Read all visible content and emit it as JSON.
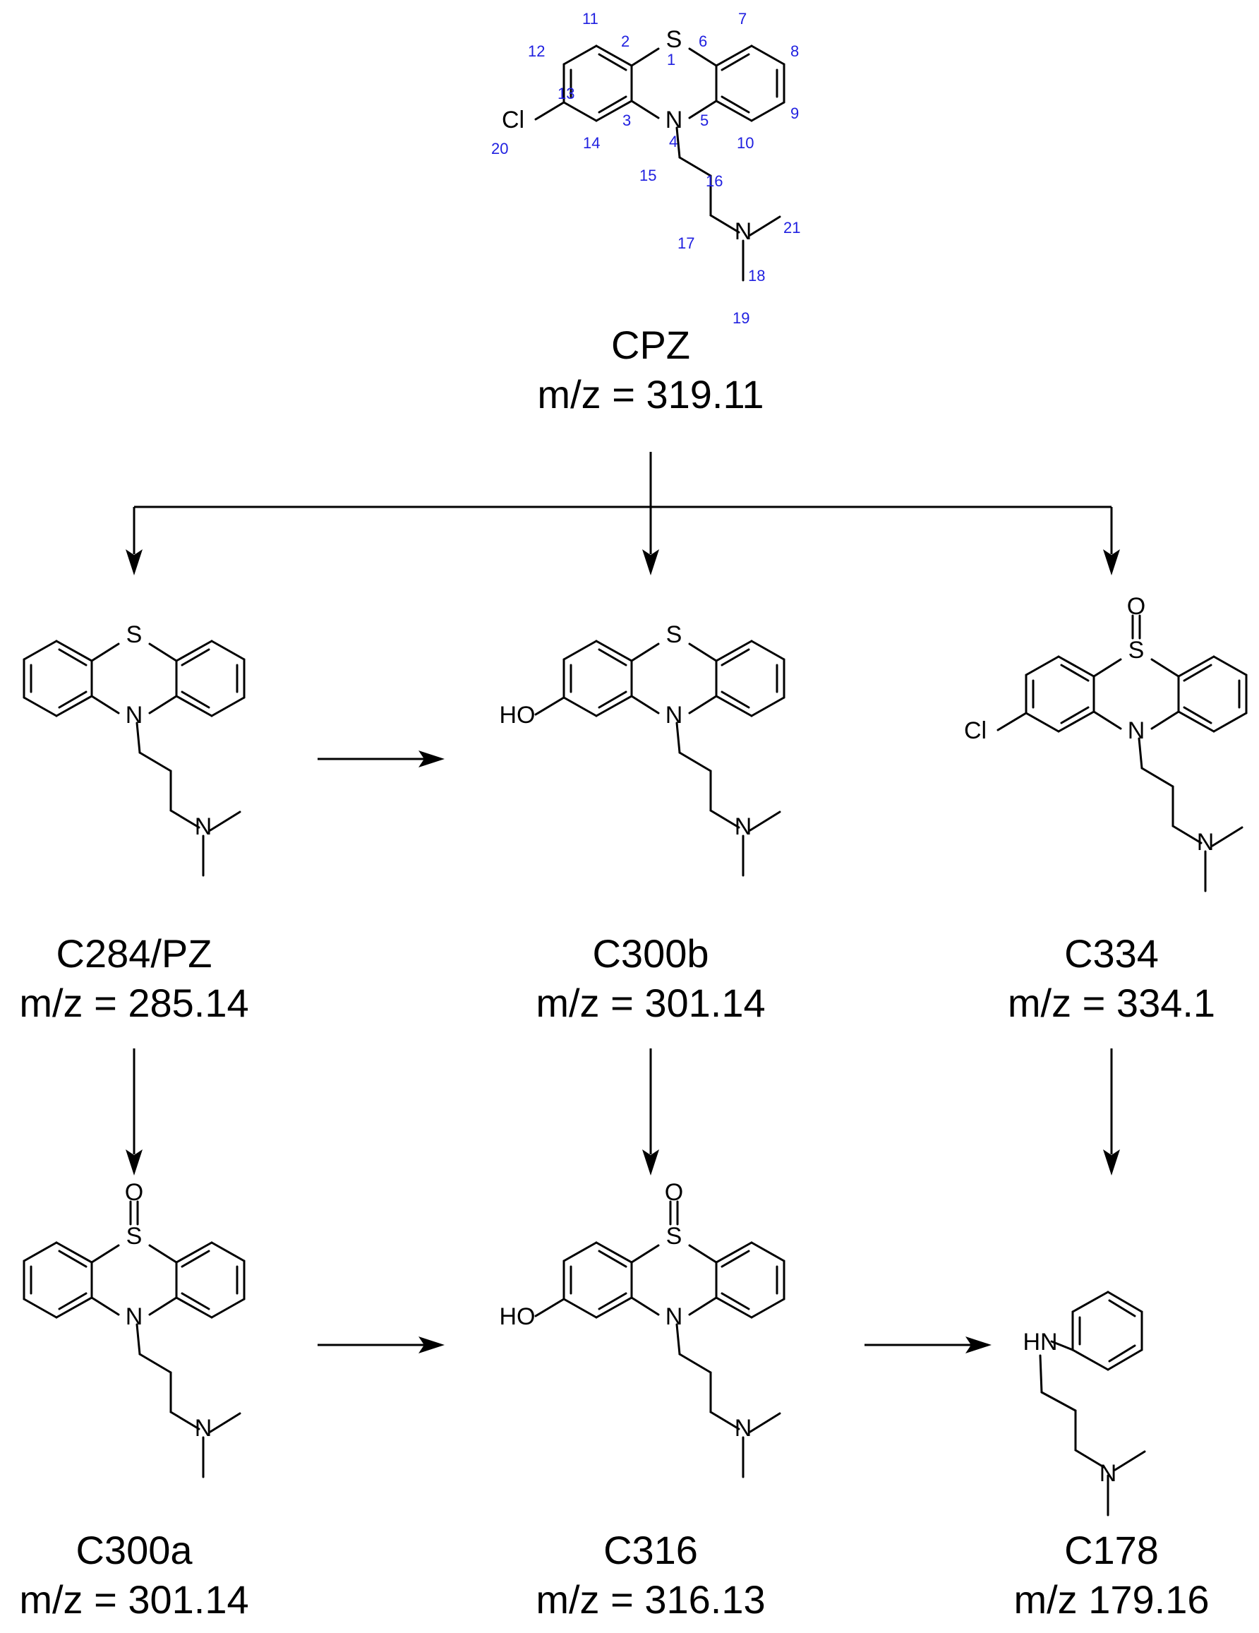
{
  "compounds": {
    "cpz": {
      "name": "CPZ",
      "mz": "m/z = 319.11"
    },
    "c284": {
      "name": "C284/PZ",
      "mz": "m/z = 285.14"
    },
    "c300b": {
      "name": "C300b",
      "mz": "m/z = 301.14"
    },
    "c334": {
      "name": "C334",
      "mz": "m/z = 334.1"
    },
    "c300a": {
      "name": "C300a",
      "mz": "m/z = 301.14"
    },
    "c316": {
      "name": "C316",
      "mz": "m/z = 316.13"
    },
    "c178": {
      "name": "C178",
      "mz": "m/z 179.16"
    }
  },
  "atoms": {
    "S": "S",
    "N": "N",
    "O": "O",
    "Cl": "Cl",
    "HO": "HO",
    "HN": "HN"
  },
  "cpz_atom_numbers": [
    "1",
    "2",
    "3",
    "4",
    "5",
    "6",
    "7",
    "8",
    "9",
    "10",
    "11",
    "12",
    "13",
    "14",
    "15",
    "16",
    "17",
    "18",
    "19",
    "20",
    "21"
  ]
}
